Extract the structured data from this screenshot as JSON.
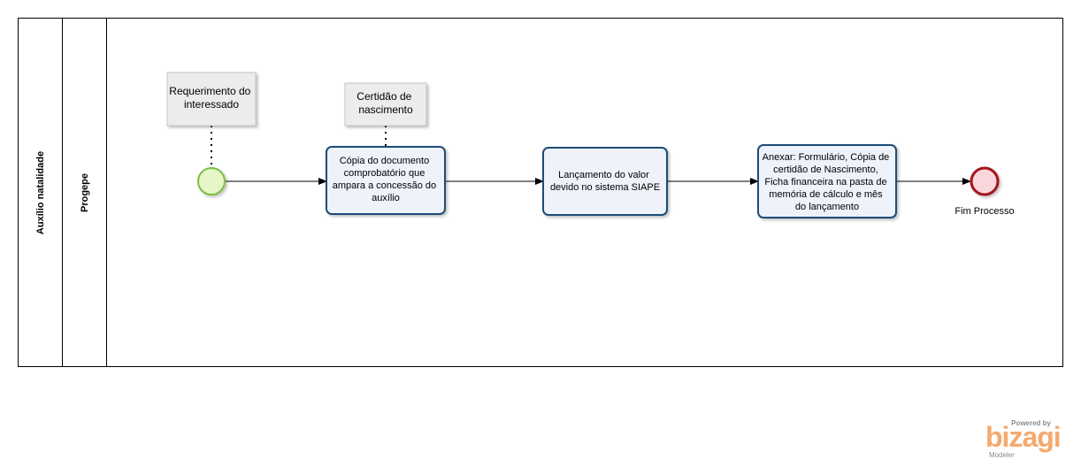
{
  "pool": {
    "label": "Auxílio natalidade"
  },
  "lane": {
    "label": "Progepe"
  },
  "annotations": [
    {
      "id": "note-requerimento",
      "lines": [
        "Requerimento do",
        "interessado"
      ]
    },
    {
      "id": "note-certidao",
      "lines": [
        "Certidão de",
        "nascimento"
      ]
    }
  ],
  "tasks": [
    {
      "id": "task-copia",
      "lines": [
        "Cópia do documento",
        "comprobatório que",
        "ampara a concessão do",
        "auxílio"
      ]
    },
    {
      "id": "task-lancamento",
      "lines": [
        "Lançamento do valor",
        "devido no sistema SIAPE"
      ]
    },
    {
      "id": "task-anexar",
      "lines": [
        "Anexar: Formulário, Cópia de",
        "certidão de Nascimento,",
        "Ficha financeira na pasta de",
        "memória de cálculo e mês",
        "do lançamento"
      ]
    }
  ],
  "events": {
    "start": {
      "label": ""
    },
    "end": {
      "label": "Fim Processo"
    }
  },
  "colors": {
    "task_fill": "#eef2fa",
    "task_stroke": "#1f4e79",
    "start_fill": "#e6f6c8",
    "start_stroke": "#7ac143",
    "end_fill": "#f7d7dc",
    "end_stroke": "#a3151c",
    "note_fill": "#ececec"
  },
  "branding": {
    "powered": "Powered by",
    "logo": "bizagi",
    "sub": "Modeler"
  }
}
